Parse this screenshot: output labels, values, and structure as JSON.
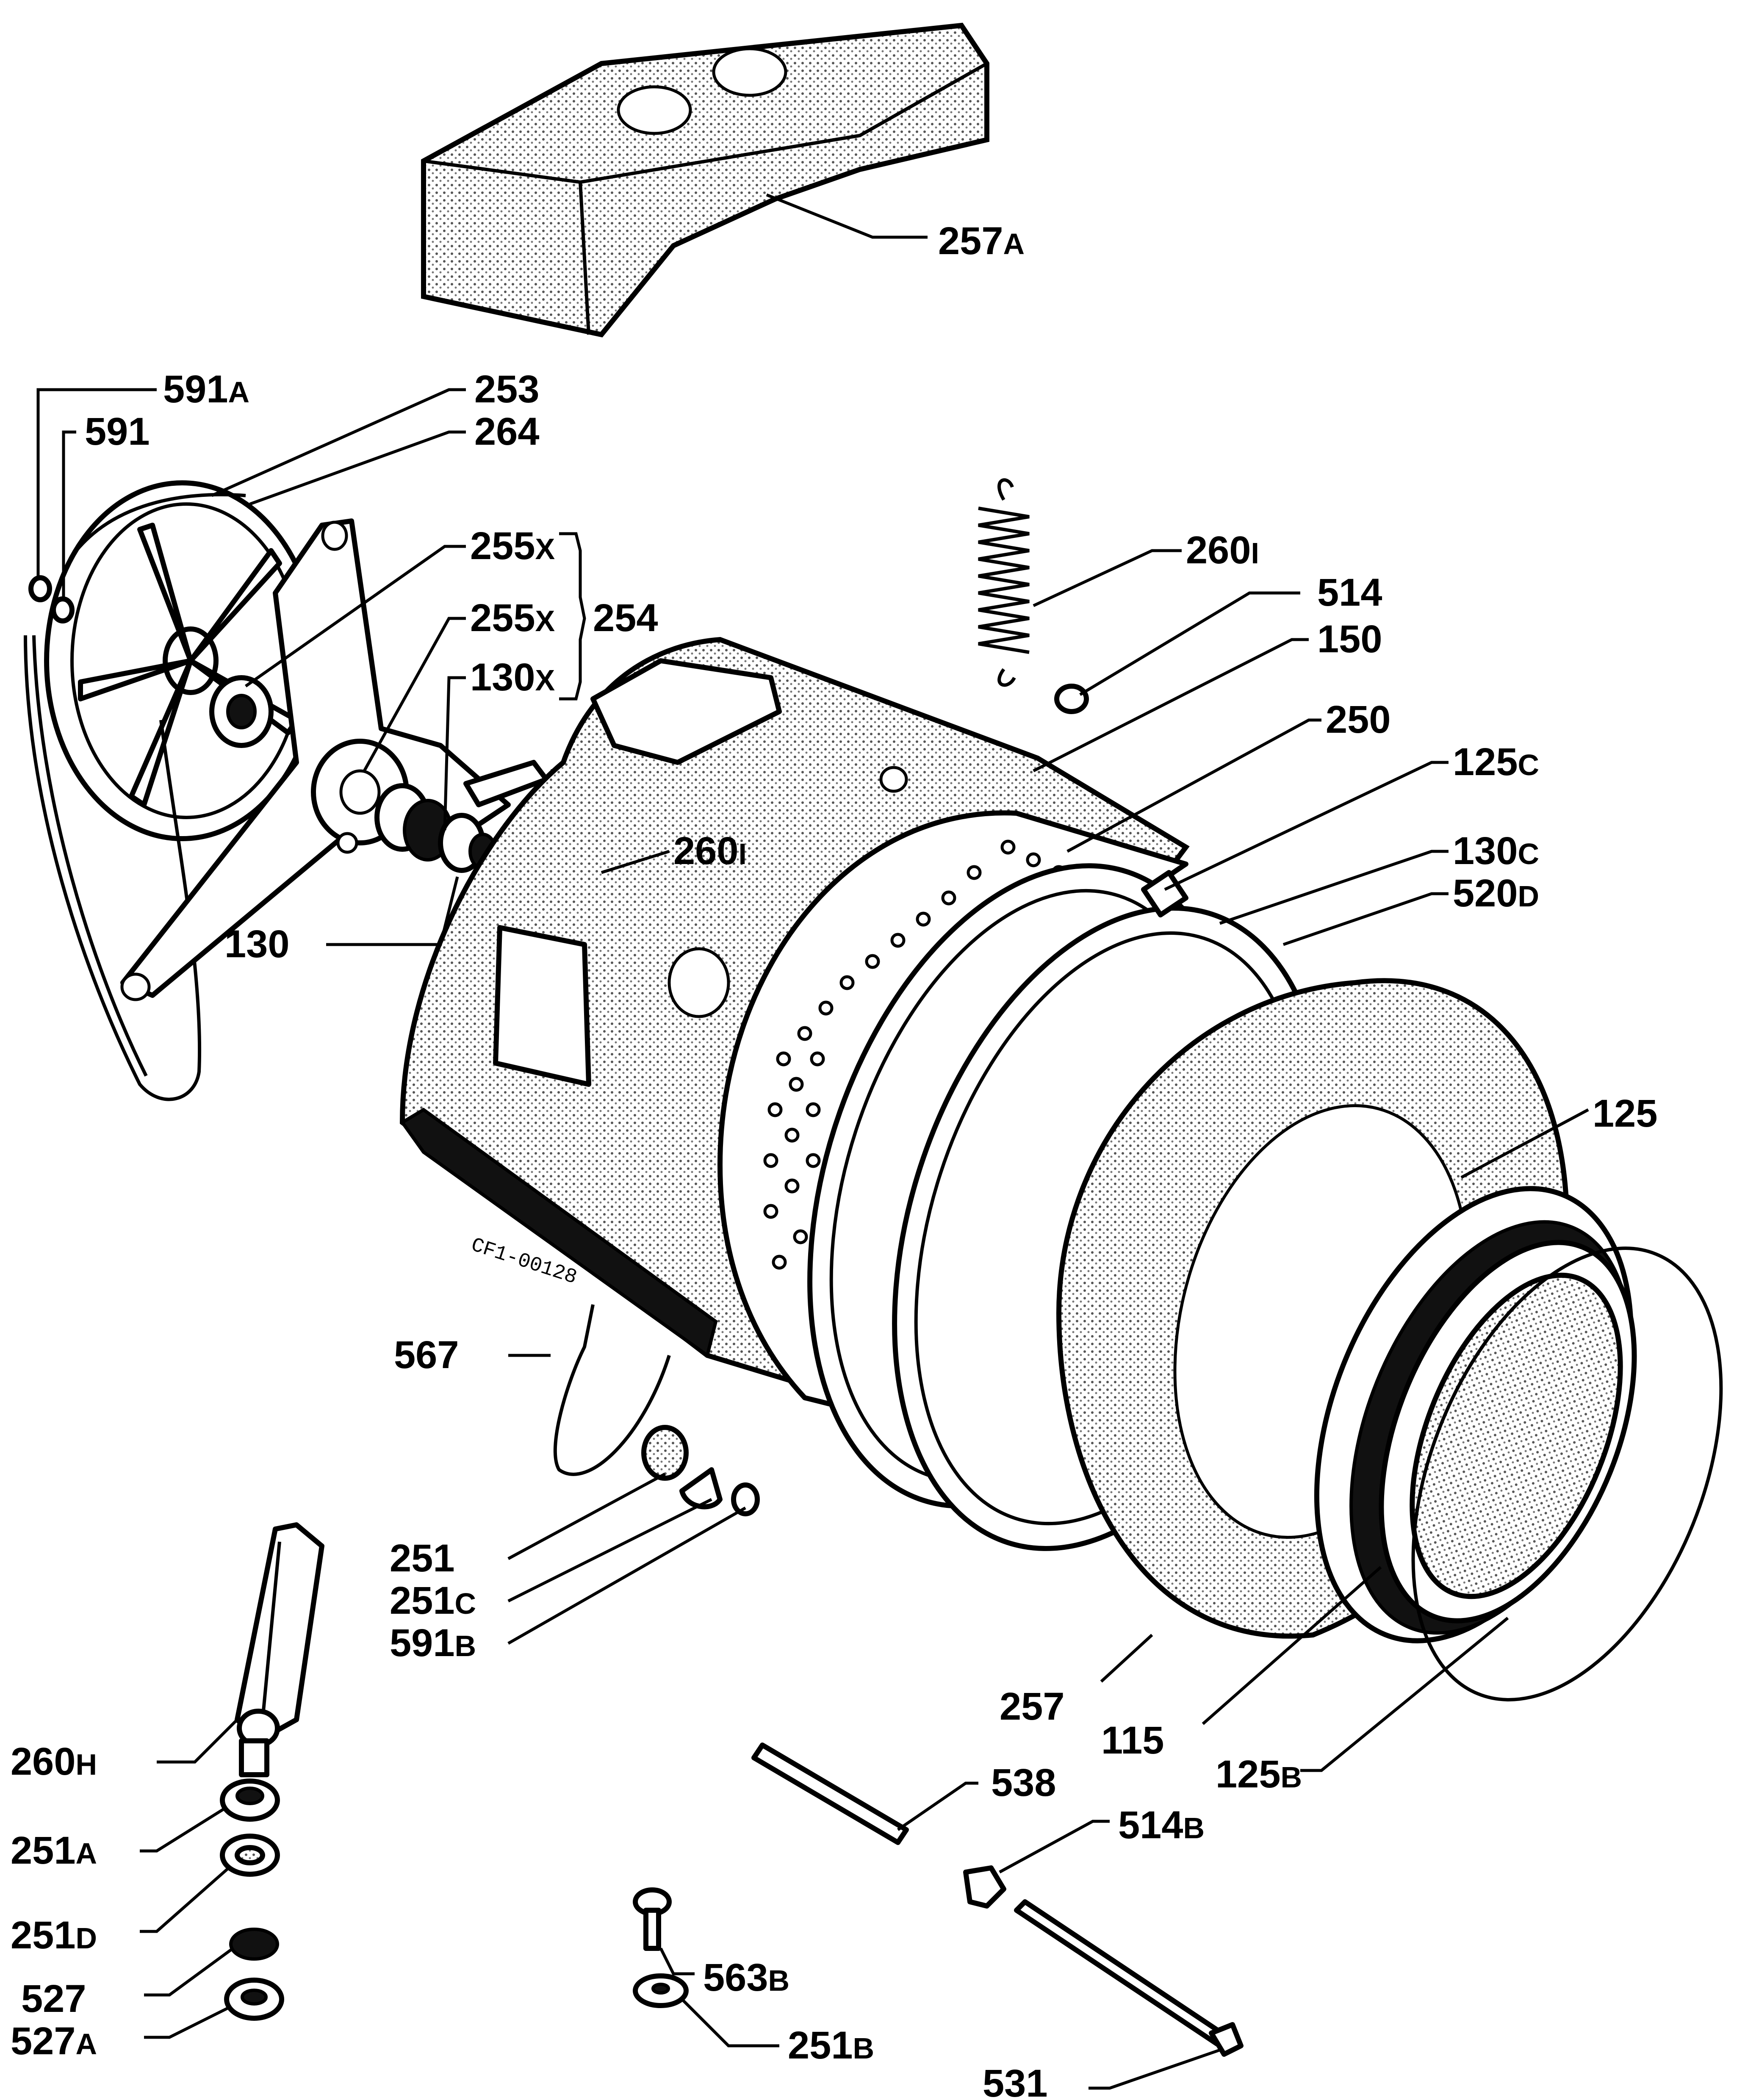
{
  "stamp": "CF1-00128",
  "labels": [
    {
      "id": "257a",
      "num": "257",
      "suf": "A"
    },
    {
      "id": "591a",
      "num": "591",
      "suf": "A"
    },
    {
      "id": "591",
      "num": "591",
      "suf": ""
    },
    {
      "id": "253",
      "num": "253",
      "suf": ""
    },
    {
      "id": "264",
      "num": "264",
      "suf": ""
    },
    {
      "id": "255x-top",
      "num": "255",
      "suf": "X"
    },
    {
      "id": "254",
      "num": "254",
      "suf": ""
    },
    {
      "id": "255x",
      "num": "255",
      "suf": "X"
    },
    {
      "id": "130x",
      "num": "130",
      "suf": "X"
    },
    {
      "id": "260i-top",
      "num": "260",
      "suf": "I"
    },
    {
      "id": "514",
      "num": "514",
      "suf": ""
    },
    {
      "id": "150",
      "num": "150",
      "suf": ""
    },
    {
      "id": "250",
      "num": "250",
      "suf": ""
    },
    {
      "id": "125c",
      "num": "125",
      "suf": "C"
    },
    {
      "id": "260i",
      "num": "260",
      "suf": "I"
    },
    {
      "id": "130c",
      "num": "130",
      "suf": "C"
    },
    {
      "id": "520d",
      "num": "520",
      "suf": "D"
    },
    {
      "id": "130",
      "num": "130",
      "suf": ""
    },
    {
      "id": "125",
      "num": "125",
      "suf": ""
    },
    {
      "id": "567",
      "num": "567",
      "suf": ""
    },
    {
      "id": "251",
      "num": "251",
      "suf": ""
    },
    {
      "id": "251c",
      "num": "251",
      "suf": "C"
    },
    {
      "id": "591b",
      "num": "591",
      "suf": "B"
    },
    {
      "id": "257",
      "num": "257",
      "suf": ""
    },
    {
      "id": "115",
      "num": "115",
      "suf": ""
    },
    {
      "id": "125b",
      "num": "125",
      "suf": "B"
    },
    {
      "id": "260h",
      "num": "260",
      "suf": "H"
    },
    {
      "id": "538",
      "num": "538",
      "suf": ""
    },
    {
      "id": "514b",
      "num": "514",
      "suf": "B"
    },
    {
      "id": "251a",
      "num": "251",
      "suf": "A"
    },
    {
      "id": "251d",
      "num": "251",
      "suf": "D"
    },
    {
      "id": "563b",
      "num": "563",
      "suf": "B"
    },
    {
      "id": "527",
      "num": "527",
      "suf": ""
    },
    {
      "id": "527a",
      "num": "527",
      "suf": "A"
    },
    {
      "id": "251b",
      "num": "251",
      "suf": "B"
    },
    {
      "id": "531",
      "num": "531",
      "suf": ""
    }
  ]
}
